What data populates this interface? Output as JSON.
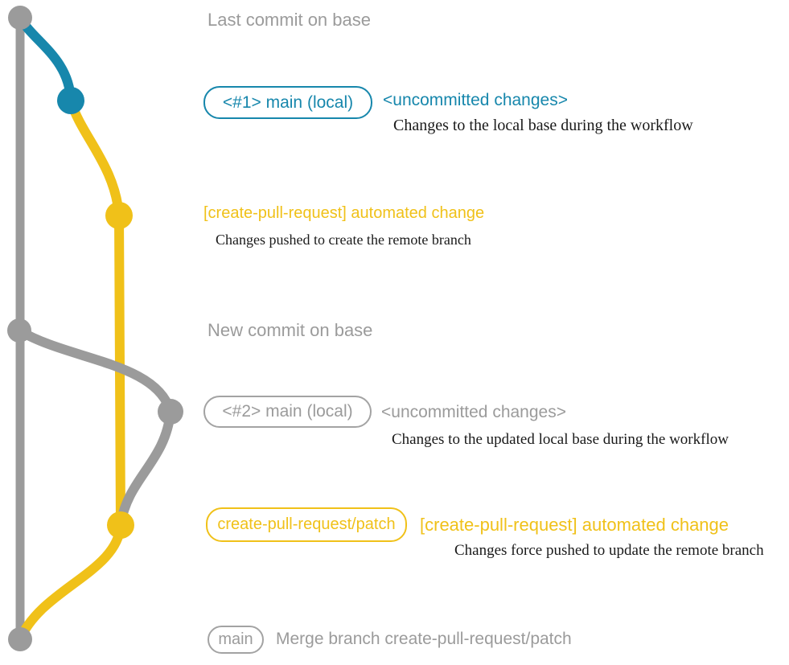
{
  "diagram": {
    "colors": {
      "gray": "#9b9b9b",
      "teal": "#1787ac",
      "yellow": "#f0c119",
      "caption_black": "#1a1a1a"
    },
    "rows": {
      "last_commit": {
        "title": "Last commit on base"
      },
      "uncommitted_1": {
        "branch_label": "<#1> main (local)",
        "status": "<uncommitted changes>",
        "caption": "Changes to the local base during the workflow"
      },
      "automated_change_1": {
        "message": "[create-pull-request] automated change",
        "caption": "Changes pushed to create the remote branch"
      },
      "new_commit": {
        "title": "New commit on base"
      },
      "uncommitted_2": {
        "branch_label": "<#2> main (local)",
        "status": "<uncommitted changes>",
        "caption": "Changes to the updated local base during the workflow"
      },
      "automated_change_2": {
        "branch_label": "create-pull-request/patch",
        "message": "[create-pull-request] automated change",
        "caption": "Changes force pushed to update the remote branch"
      },
      "merge": {
        "branch_label": "main",
        "message": "Merge branch create-pull-request/patch"
      }
    }
  }
}
